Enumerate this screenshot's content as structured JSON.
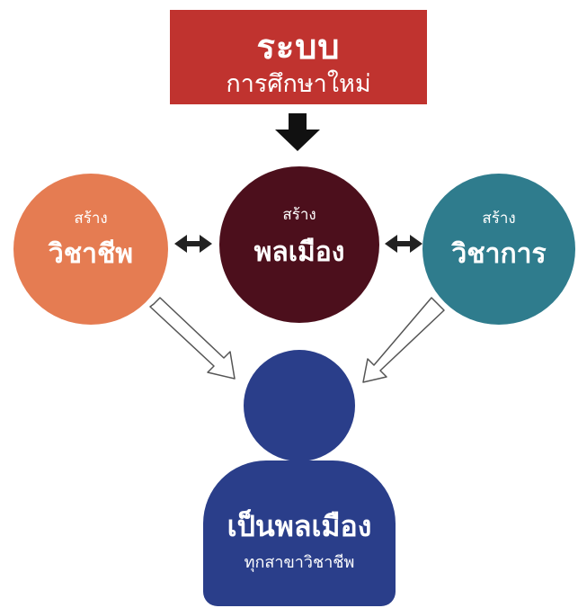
{
  "banner": {
    "title": "ระบบ",
    "subtitle": "การศึกษาใหม่"
  },
  "circles": {
    "left": {
      "small": "สร้าง",
      "big": "วิชาชีพ",
      "color": "#e57c52"
    },
    "middle": {
      "small": "สร้าง",
      "big": "พลเมือง",
      "color": "#4c0f1c"
    },
    "right": {
      "small": "สร้าง",
      "big": "วิชาการ",
      "color": "#2f7c8d"
    }
  },
  "person": {
    "main": "เป็นพลเมือง",
    "sub": "ทุกสาขาวิชาชีพ",
    "color": "#2a3e8a"
  },
  "banner_color": "#c0332f",
  "icons": [
    "down-arrow-icon",
    "double-arrow-icon",
    "hollow-arrow-icon"
  ]
}
